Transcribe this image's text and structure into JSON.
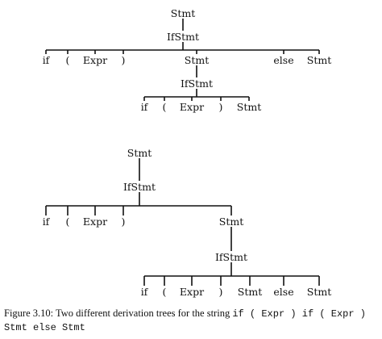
{
  "trees": [
    {
      "label": "Stmt",
      "children": [
        {
          "label": "IfStmt",
          "children": [
            {
              "label": "if"
            },
            {
              "label": "("
            },
            {
              "label": "Expr"
            },
            {
              "label": ")"
            },
            {
              "label": "Stmt",
              "children": [
                {
                  "label": "IfStmt",
                  "children": [
                    {
                      "label": "if"
                    },
                    {
                      "label": "("
                    },
                    {
                      "label": "Expr"
                    },
                    {
                      "label": ")"
                    },
                    {
                      "label": "Stmt"
                    }
                  ]
                }
              ]
            },
            {
              "label": "else"
            },
            {
              "label": "Stmt"
            }
          ]
        }
      ]
    },
    {
      "label": "Stmt",
      "children": [
        {
          "label": "IfStmt",
          "children": [
            {
              "label": "if"
            },
            {
              "label": "("
            },
            {
              "label": "Expr"
            },
            {
              "label": ")"
            },
            {
              "label": "Stmt",
              "children": [
                {
                  "label": "IfStmt",
                  "children": [
                    {
                      "label": "if"
                    },
                    {
                      "label": "("
                    },
                    {
                      "label": "Expr"
                    },
                    {
                      "label": ")"
                    },
                    {
                      "label": "Stmt"
                    },
                    {
                      "label": "else"
                    },
                    {
                      "label": "Stmt"
                    }
                  ]
                }
              ]
            }
          ]
        }
      ]
    }
  ],
  "caption": {
    "prefix": "Figure 3.10: Two different derivation trees for the string",
    "string": "if ( Expr ) if ( Expr ) Stmt else Stmt"
  }
}
